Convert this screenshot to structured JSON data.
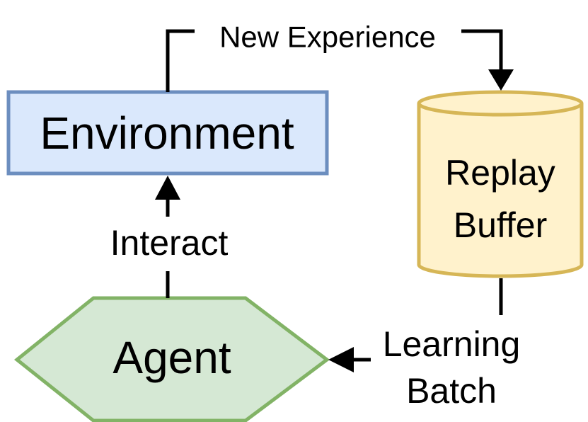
{
  "nodes": {
    "environment": {
      "label": "Environment",
      "fill": "#dae8fc",
      "stroke": "#6c8ebf"
    },
    "replay_buffer": {
      "label_line1": "Replay",
      "label_line2": "Buffer",
      "fill": "#fff2cc",
      "stroke": "#d6b656"
    },
    "agent": {
      "label": "Agent",
      "fill": "#d5e8d4",
      "stroke": "#82b366"
    }
  },
  "edges": {
    "new_experience": {
      "label": "New Experience",
      "from": "Environment",
      "to": "Replay Buffer"
    },
    "interact": {
      "label": "Interact",
      "from": "Agent",
      "to": "Environment"
    },
    "learning_batch": {
      "label_line1": "Learning",
      "label_line2": "Batch",
      "from": "Replay Buffer",
      "to": "Agent"
    }
  },
  "colors": {
    "edge": "#000000",
    "background": "#ffffff"
  }
}
